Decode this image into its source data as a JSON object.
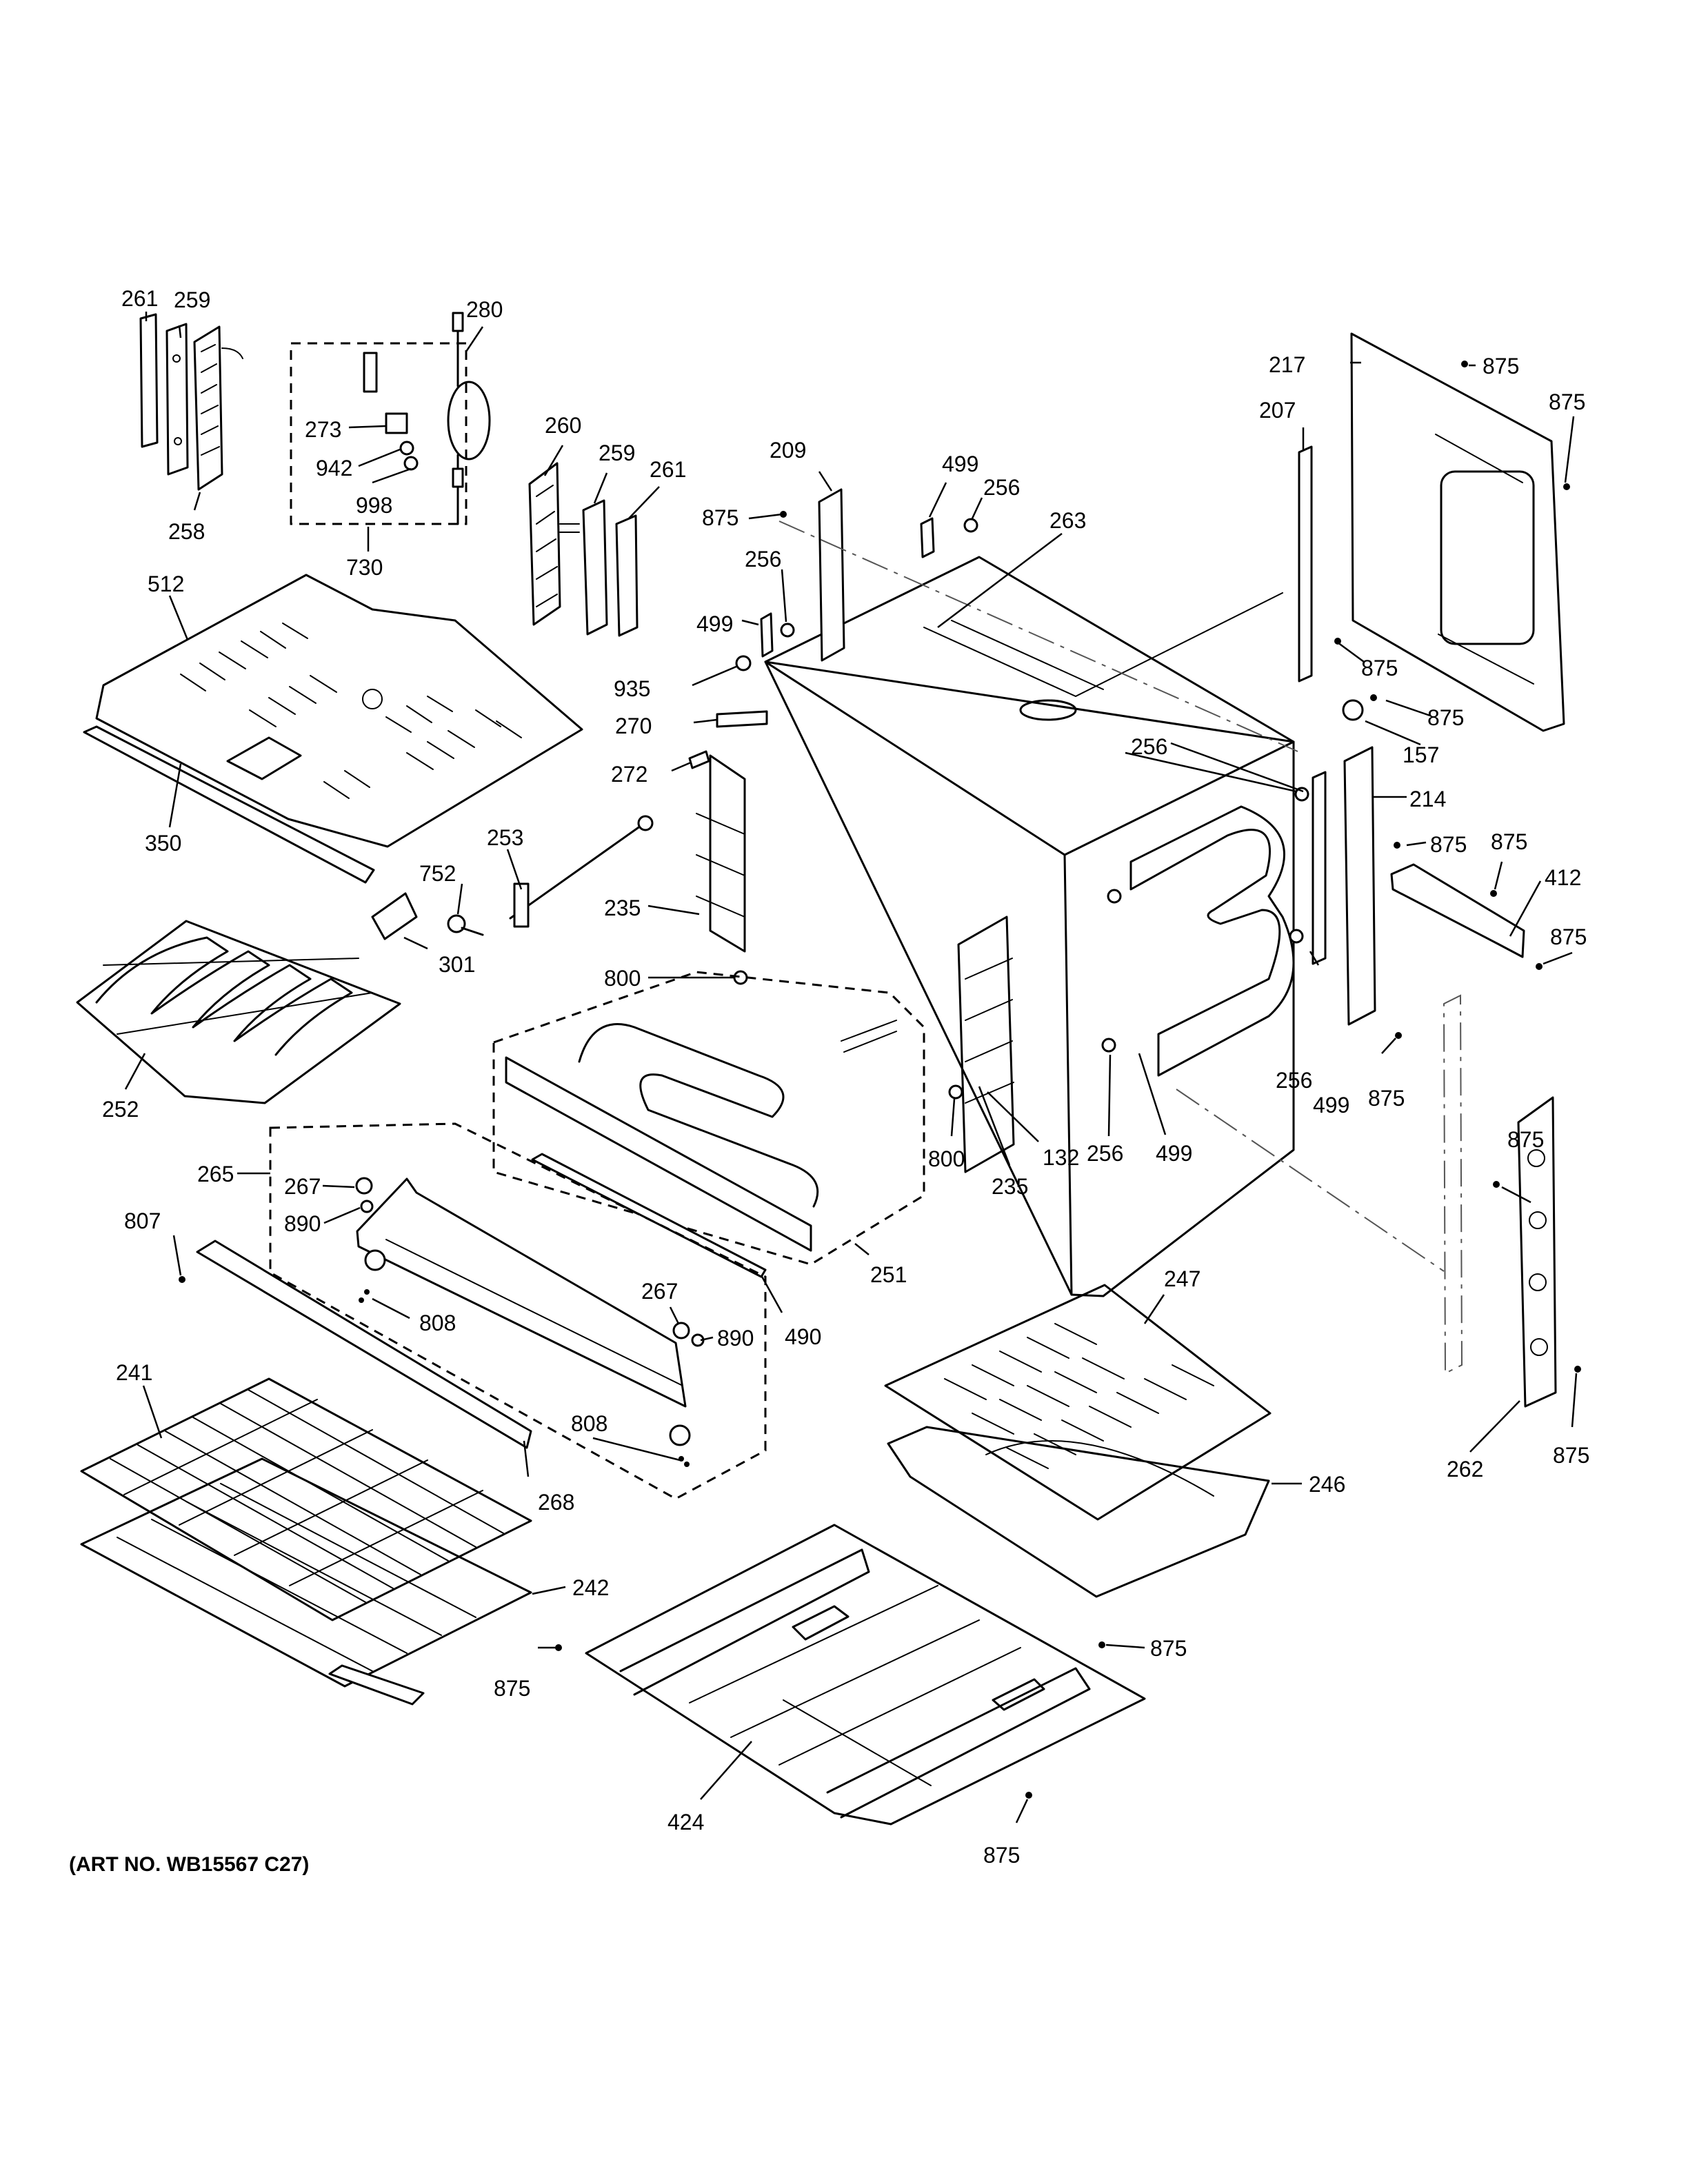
{
  "art_number": "(ART NO. WB15567 C27)",
  "callouts": [
    "261",
    "259",
    "258",
    "273",
    "942",
    "998",
    "730",
    "280",
    "260",
    "259",
    "261",
    "209",
    "875",
    "499",
    "256",
    "263",
    "256",
    "499",
    "935",
    "270",
    "272",
    "217",
    "875",
    "875",
    "207",
    "875",
    "875",
    "157",
    "256",
    "214",
    "875",
    "875",
    "412",
    "875",
    "512",
    "350",
    "253",
    "752",
    "301",
    "235",
    "800",
    "252",
    "256",
    "499",
    "875",
    "132",
    "256",
    "499",
    "800",
    "235",
    "265",
    "267",
    "890",
    "251",
    "807",
    "808",
    "490",
    "267",
    "890",
    "875",
    "247",
    "241",
    "808",
    "268",
    "246",
    "242",
    "262",
    "875",
    "875",
    "875",
    "424",
    "875"
  ],
  "colors": {
    "line": "#000000",
    "background": "#ffffff"
  }
}
